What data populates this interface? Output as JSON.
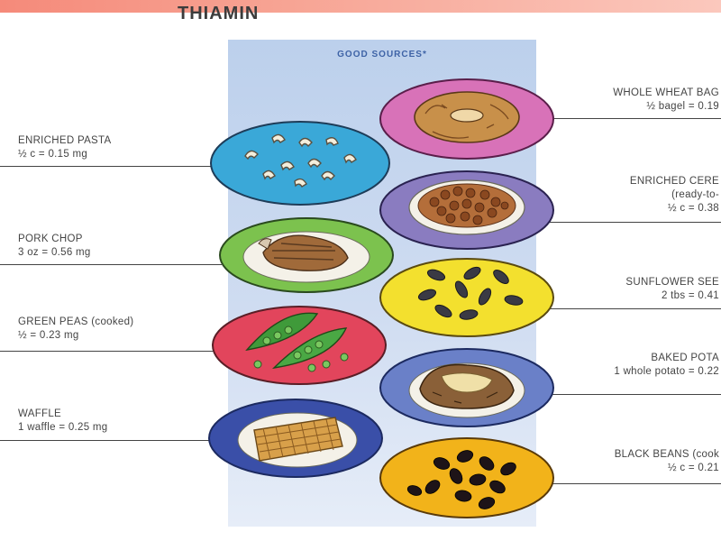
{
  "title": "THIAMIN",
  "panel_heading": "GOOD SOURCES*",
  "left_foods": [
    {
      "name": "ENRICHED PASTA",
      "amount": "½ c = 0.15 mg",
      "plate_color": "#3aa8d8",
      "food_icon": "pasta-icon"
    },
    {
      "name": "PORK CHOP",
      "amount": "3 oz = 0.56 mg",
      "plate_color": "#7cc24e",
      "food_icon": "pork-chop-icon"
    },
    {
      "name": "GREEN PEAS (cooked)",
      "amount": "½  = 0.23 mg",
      "plate_color": "#e2455c",
      "food_icon": "peas-icon"
    },
    {
      "name": "WAFFLE",
      "amount": "1 waffle = 0.25 mg",
      "plate_color": "#3a4fa8",
      "food_icon": "waffle-icon"
    }
  ],
  "right_foods": [
    {
      "name": "WHOLE WHEAT BAG",
      "amount": "½ bagel = 0.19",
      "plate_color": "#d872b8",
      "food_icon": "bagel-icon"
    },
    {
      "name": "ENRICHED CERE",
      "amount_line1": "(ready-to-",
      "amount": "½ c = 0.38",
      "plate_color": "#8a7cc0",
      "food_icon": "cereal-icon"
    },
    {
      "name": "SUNFLOWER SEE",
      "amount": "2 tbs = 0.41",
      "plate_color": "#f3e02e",
      "food_icon": "sunflower-seeds-icon"
    },
    {
      "name": "BAKED POTA",
      "amount": "1 whole potato = 0.22",
      "plate_color": "#6a80c8",
      "food_icon": "potato-icon"
    },
    {
      "name": "BLACK BEANS (cook",
      "amount": "½ c = 0.21",
      "plate_color": "#f2b31a",
      "food_icon": "black-beans-icon"
    }
  ]
}
